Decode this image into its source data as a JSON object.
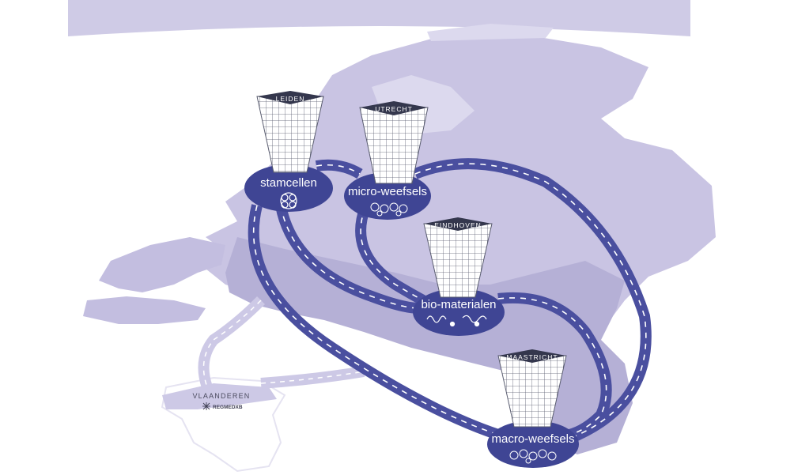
{
  "colors": {
    "land_dark": "#b5b0d6",
    "land_mid": "#c9c4e3",
    "land_light": "#dcd9ee",
    "road": "#4a4f9f",
    "road_dash": "#ffffff",
    "hub": "#3f4594",
    "tower_top": "#34374d",
    "faded_road": "#cdc9e6"
  },
  "towers": [
    {
      "id": "leiden",
      "label": "LEIDEN"
    },
    {
      "id": "utrecht",
      "label": "UTRECHT"
    },
    {
      "id": "eindhoven",
      "label": "EINDHOVEN"
    },
    {
      "id": "maastricht",
      "label": "MAASTRICHT"
    }
  ],
  "hubs": [
    {
      "id": "stamcellen",
      "label": "stamcellen",
      "icon": "stem-cell-icon"
    },
    {
      "id": "micro",
      "label": "micro-weefsels",
      "icon": "micro-tissue-icon"
    },
    {
      "id": "bio",
      "label": "bio-materialen",
      "icon": "biomaterial-icon"
    },
    {
      "id": "macro",
      "label": "macro-weefsels",
      "icon": "macro-tissue-icon"
    }
  ],
  "region": {
    "label": "VLAANDEREN",
    "logo_text": "REGMEDXB",
    "logo_icon": "snowflake-icon"
  }
}
